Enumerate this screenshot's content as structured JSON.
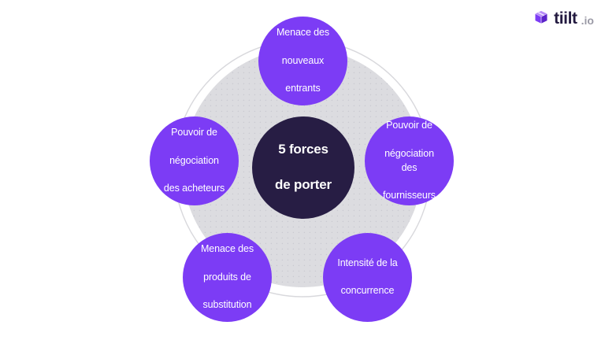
{
  "logo": {
    "icon": "cube-icon",
    "word": "tiilt",
    "tld": ".io",
    "word_color": "#231a40",
    "tld_color": "#9b9aa6",
    "icon_color": "#7c3cf5"
  },
  "diagram": {
    "type": "porter-five-forces",
    "center": {
      "line1": "5 forces",
      "line2": "de porter",
      "color": "#271d44",
      "text_color": "#ffffff"
    },
    "background": {
      "disc_color": "#dcdce0",
      "ring_stroke": "#d8d8dc",
      "dot_color": "#b9b9c2",
      "page_color": "#ffffff"
    },
    "node_color": "#7c3cf5",
    "node_text_color": "#ffffff",
    "forces": [
      {
        "id": "menace-nouveaux-entrants",
        "position": "top",
        "line1": "Menace des",
        "line2": "nouveaux",
        "line3": "entrants"
      },
      {
        "id": "pouvoir-negociation-fournisseurs",
        "position": "right",
        "line1": "Pouvoir de",
        "line2": "négociation des",
        "line3": "fournisseurs"
      },
      {
        "id": "intensite-concurrence",
        "position": "bottom-right",
        "line1": "Intensité de la",
        "line2": "concurrence",
        "line3": ""
      },
      {
        "id": "menace-produits-substitution",
        "position": "bottom-left",
        "line1": "Menace des",
        "line2": "produits de",
        "line3": "substitution"
      },
      {
        "id": "pouvoir-negociation-acheteurs",
        "position": "left",
        "line1": "Pouvoir de",
        "line2": "négociation",
        "line3": "des acheteurs"
      }
    ]
  }
}
